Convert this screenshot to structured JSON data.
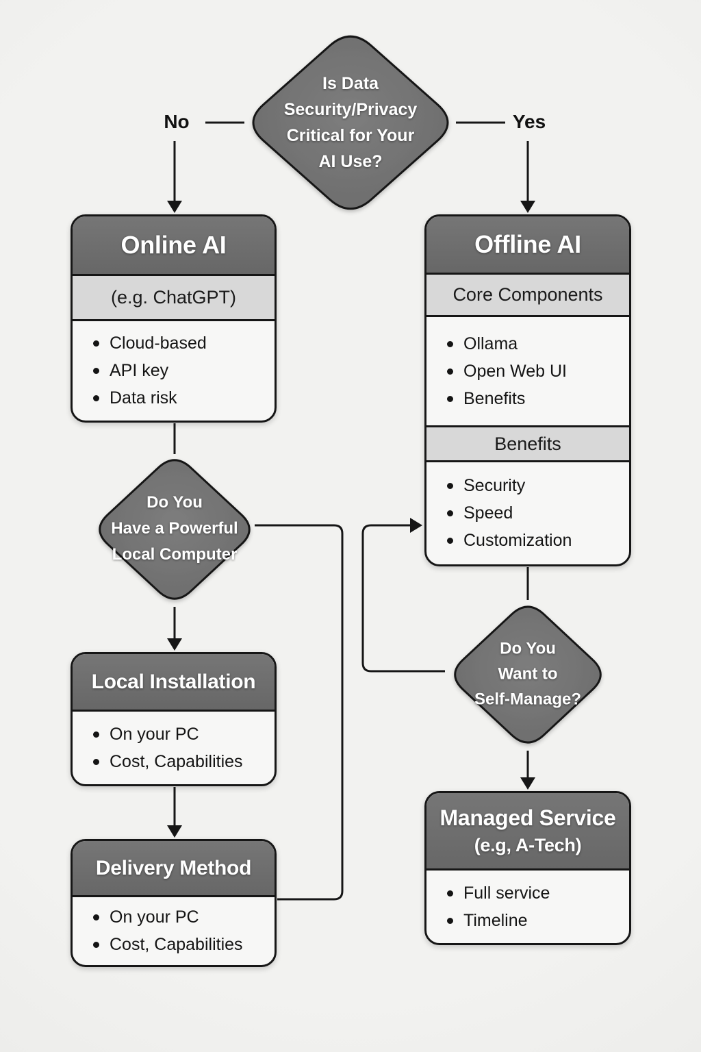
{
  "colors": {
    "node_header": "#6d6d6d",
    "diamond_fill": "#757575",
    "section_band": "#d8d8d8",
    "node_body": "#f7f7f6",
    "line": "#161616",
    "background": "#f0f0ee"
  },
  "decision1": {
    "lines": [
      "Is Data",
      "Security/Privacy",
      "Critical for Your",
      "AI Use?"
    ],
    "no_label": "No",
    "yes_label": "Yes"
  },
  "online_ai": {
    "title": "Online AI",
    "subtitle": "(e.g. ChatGPT)",
    "bullets": [
      "Cloud-based",
      "API key",
      "Data risk"
    ]
  },
  "offline_ai": {
    "title": "Offline AI",
    "section1_header": "Core Components",
    "section1_bullets": [
      "Ollama",
      "Open Web UI",
      "Benefits"
    ],
    "section2_header": "Benefits",
    "section2_bullets": [
      "Security",
      "Speed",
      "Customization"
    ]
  },
  "decision2": {
    "lines": [
      "Do You",
      "Have a Powerful",
      "Local Computer"
    ]
  },
  "local_installation": {
    "title": "Local Installation",
    "bullets": [
      "On your PC",
      "Cost, Capabilities"
    ]
  },
  "delivery_method": {
    "title": "Delivery Method",
    "bullets": [
      "On your PC",
      "Cost, Capabilities"
    ]
  },
  "decision3": {
    "lines": [
      "Do You",
      "Want to",
      "Self-Manage?"
    ]
  },
  "managed_service": {
    "title": "Managed Service",
    "subtitle": "(e.g, A-Tech)",
    "bullets": [
      "Full service",
      "Timeline"
    ]
  }
}
